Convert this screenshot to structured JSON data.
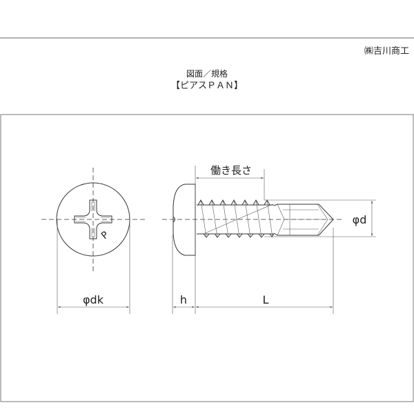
{
  "header": {
    "company": "㈱吉川商工",
    "title": "図面／規格",
    "product": "【ピアスＰＡＮ】"
  },
  "drawing": {
    "labels": {
      "head_diameter": "φdk",
      "head_height": "h",
      "length": "L",
      "working_length": "働き長さ",
      "diameter": "φd",
      "phillips_mark": "P"
    }
  }
}
